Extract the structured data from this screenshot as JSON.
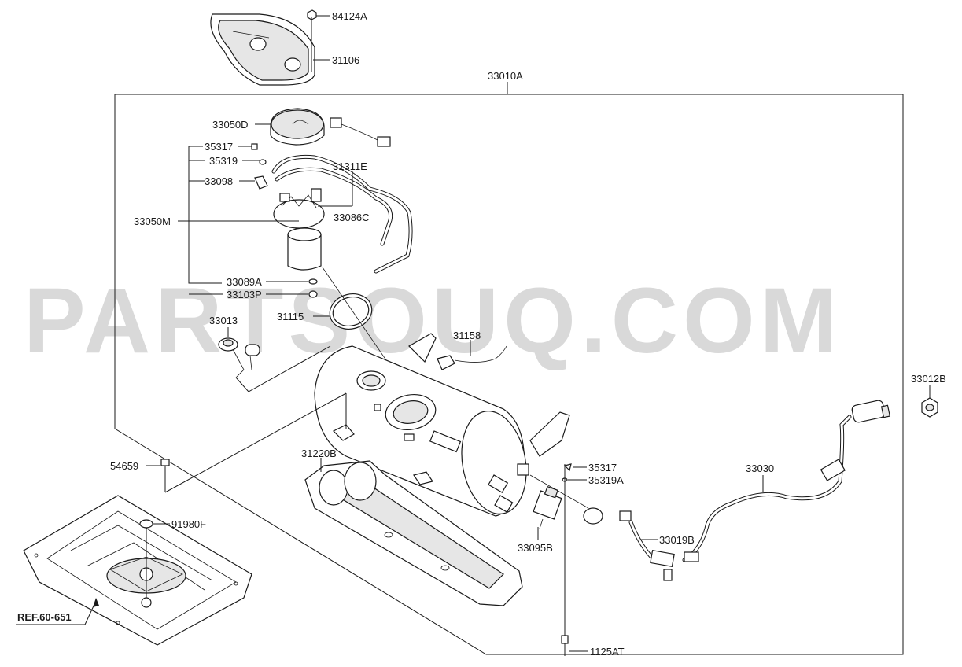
{
  "watermark": "PARTSOUQ.COM",
  "labels": {
    "p84124A": "84124A",
    "p31106": "31106",
    "p33010A": "33010A",
    "p33050D": "33050D",
    "p35317a": "35317",
    "p35319": "35319",
    "p31311E": "31311E",
    "p33098": "33098",
    "p33086C": "33086C",
    "p33050M": "33050M",
    "p33089A": "33089A",
    "p33103P": "33103P",
    "p33013": "33013",
    "p31115": "31115",
    "p31158": "31158",
    "p33012B": "33012B",
    "p31220B": "31220B",
    "p54659": "54659",
    "p35317b": "35317",
    "p35319A": "35319A",
    "p33030": "33030",
    "p91980F": "91980F",
    "p33019B": "33019B",
    "p33095B": "33095B",
    "p1125AT": "1125AT",
    "ref": "REF.60-651"
  }
}
